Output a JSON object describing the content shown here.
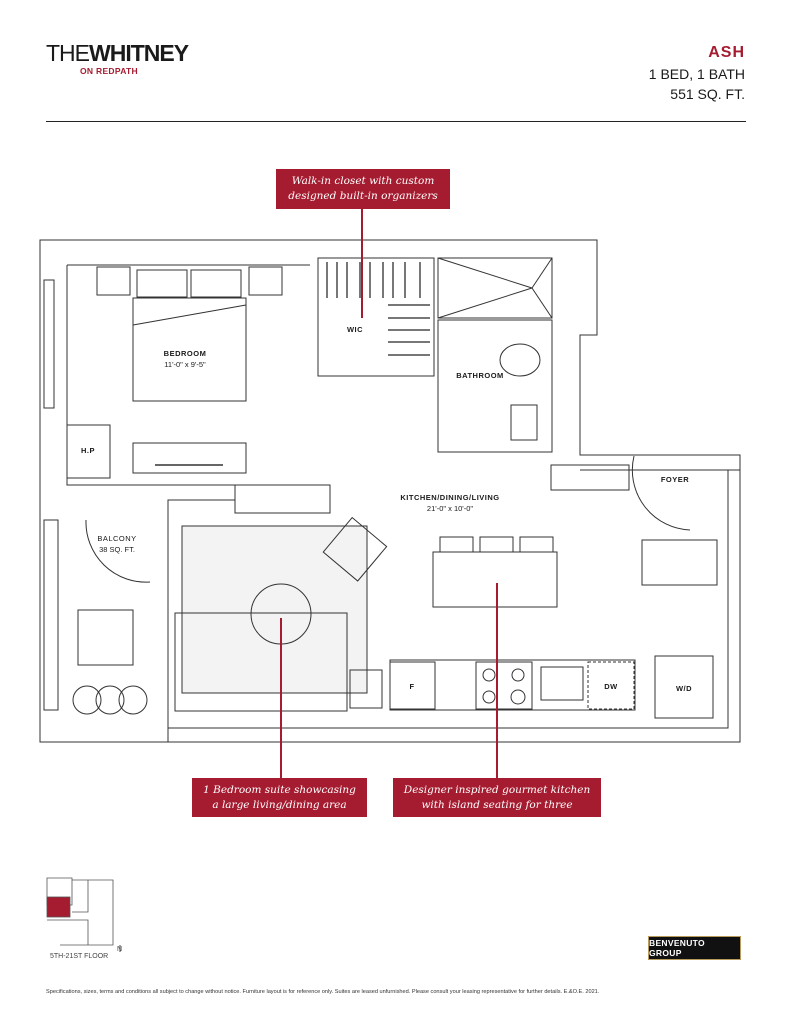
{
  "header": {
    "logo_the": "THE",
    "logo_whitney": "WHITNEY",
    "logo_sub": "ON REDPATH",
    "unit_name": "ASH",
    "unit_beds": "1 BED, 1 BATH",
    "unit_size": "551 SQ. FT."
  },
  "callouts": [
    {
      "line1": "Walk-in closet with custom",
      "line2": "designed built-in organizers"
    },
    {
      "line1": "1 Bedroom suite showcasing",
      "line2": "a large living/dining area"
    },
    {
      "line1": "Designer inspired gourmet kitchen",
      "line2": "with island seating for three"
    }
  ],
  "rooms": {
    "bedroom": {
      "name": "BEDROOM",
      "dims": "11'-0\" x 9'-5\""
    },
    "wic": {
      "name": "WIC"
    },
    "bathroom": {
      "name": "BATHROOM"
    },
    "hp": {
      "name": "H.P"
    },
    "kitchen": {
      "name": "KITCHEN/DINING/LIVING",
      "dims": "21'-0\" x 10'-0\""
    },
    "foyer": {
      "name": "FOYER"
    },
    "balcony": {
      "name": "BALCONY",
      "dims": "38 SQ. FT."
    },
    "fridge": {
      "name": "F"
    },
    "dishwasher": {
      "name": "DW"
    },
    "washer": {
      "name": "W/D"
    }
  },
  "footer": {
    "floor_label": "5TH-21ST FLOOR",
    "north": "N",
    "brand": "BENVENUTO GROUP",
    "disclaimer": "Specifications, sizes, terms and conditions all subject to change without notice. Furniture layout is for reference only. Suites are leased unfurnished. Please consult your leasing representative for further details. E.&O.E. 2021."
  },
  "colors": {
    "accent": "#a51c30",
    "line": "#333333"
  }
}
